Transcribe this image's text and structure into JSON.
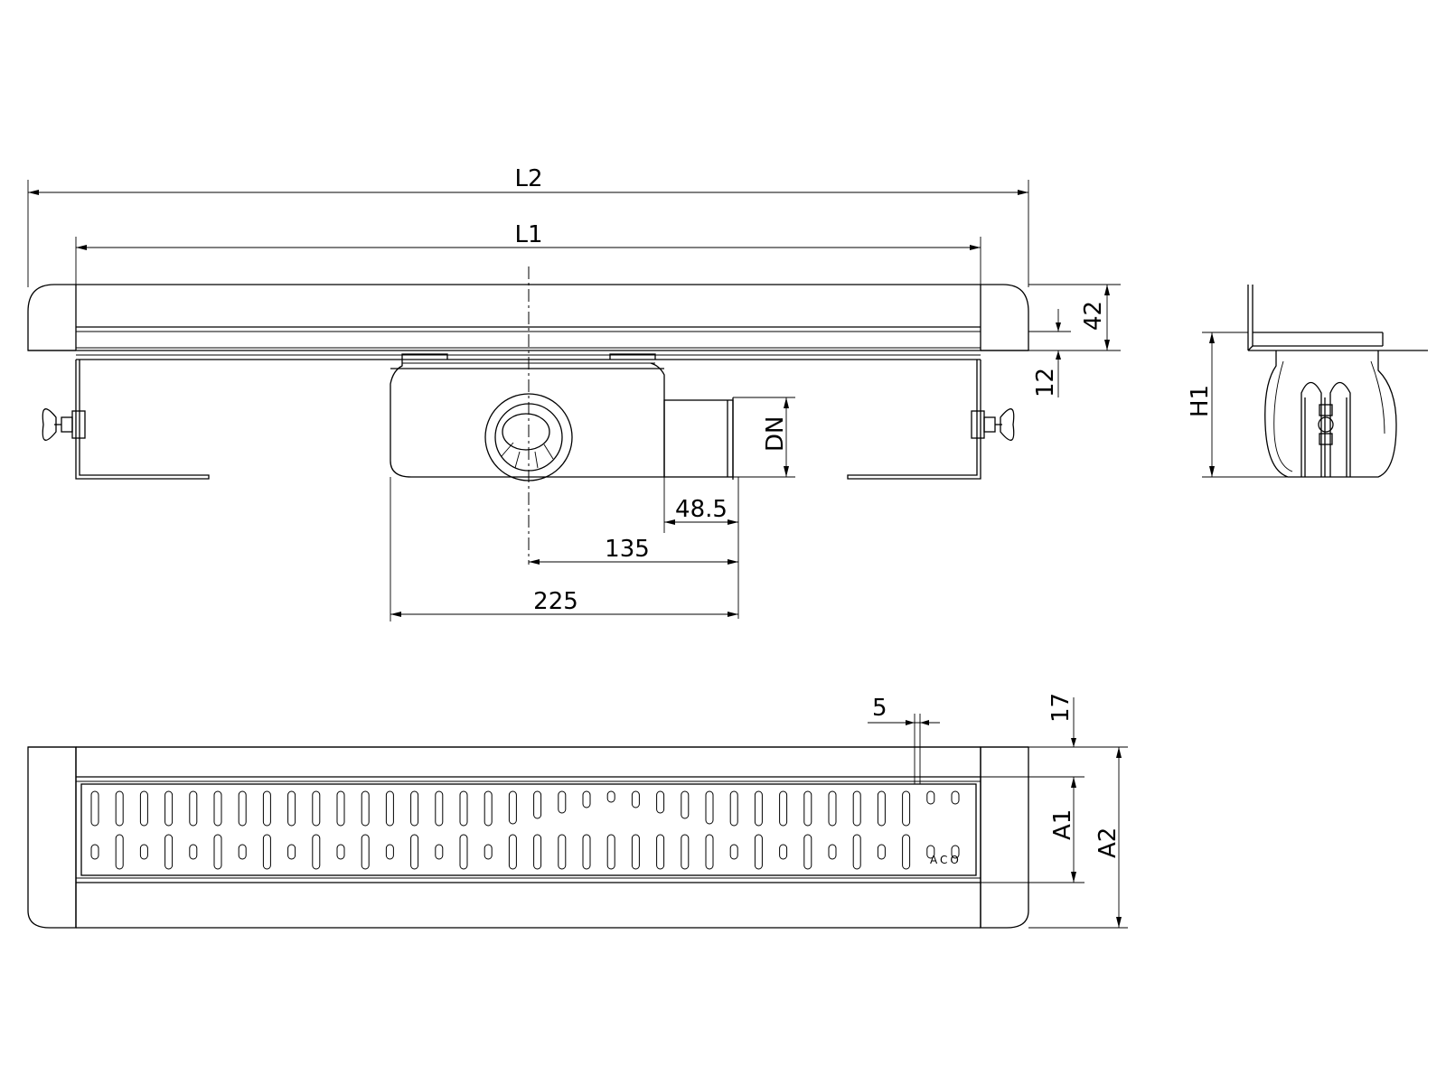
{
  "dimensions": {
    "L2": "L2",
    "L1": "L1",
    "d42": "42",
    "d12": "12",
    "DN": "DN",
    "d48_5": "48.5",
    "d135": "135",
    "d225": "225",
    "H1": "H1",
    "d5": "5",
    "d17": "17",
    "A1": "A1",
    "A2": "A2"
  },
  "grate_logo": "ACO"
}
